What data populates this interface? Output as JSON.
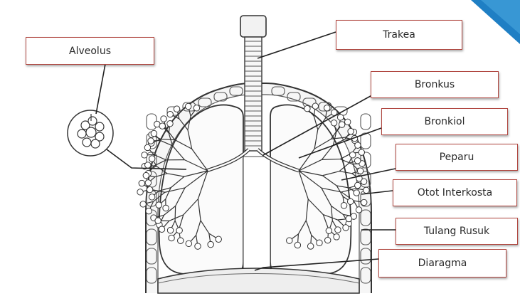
{
  "labels": {
    "alveolus": "Alveolus",
    "trakea": "Trakea",
    "bronkus": "Bronkus",
    "bronkiol": "Bronkiol",
    "peparu": "Peparu",
    "otot_interkosta": "Otot Interkosta",
    "tulang_rusuk": "Tulang Rusuk",
    "diaragma": "Diaragma"
  },
  "colors": {
    "label_border": "#b0463f",
    "line": "#222222",
    "corner_accent": "#1f7fc4"
  }
}
